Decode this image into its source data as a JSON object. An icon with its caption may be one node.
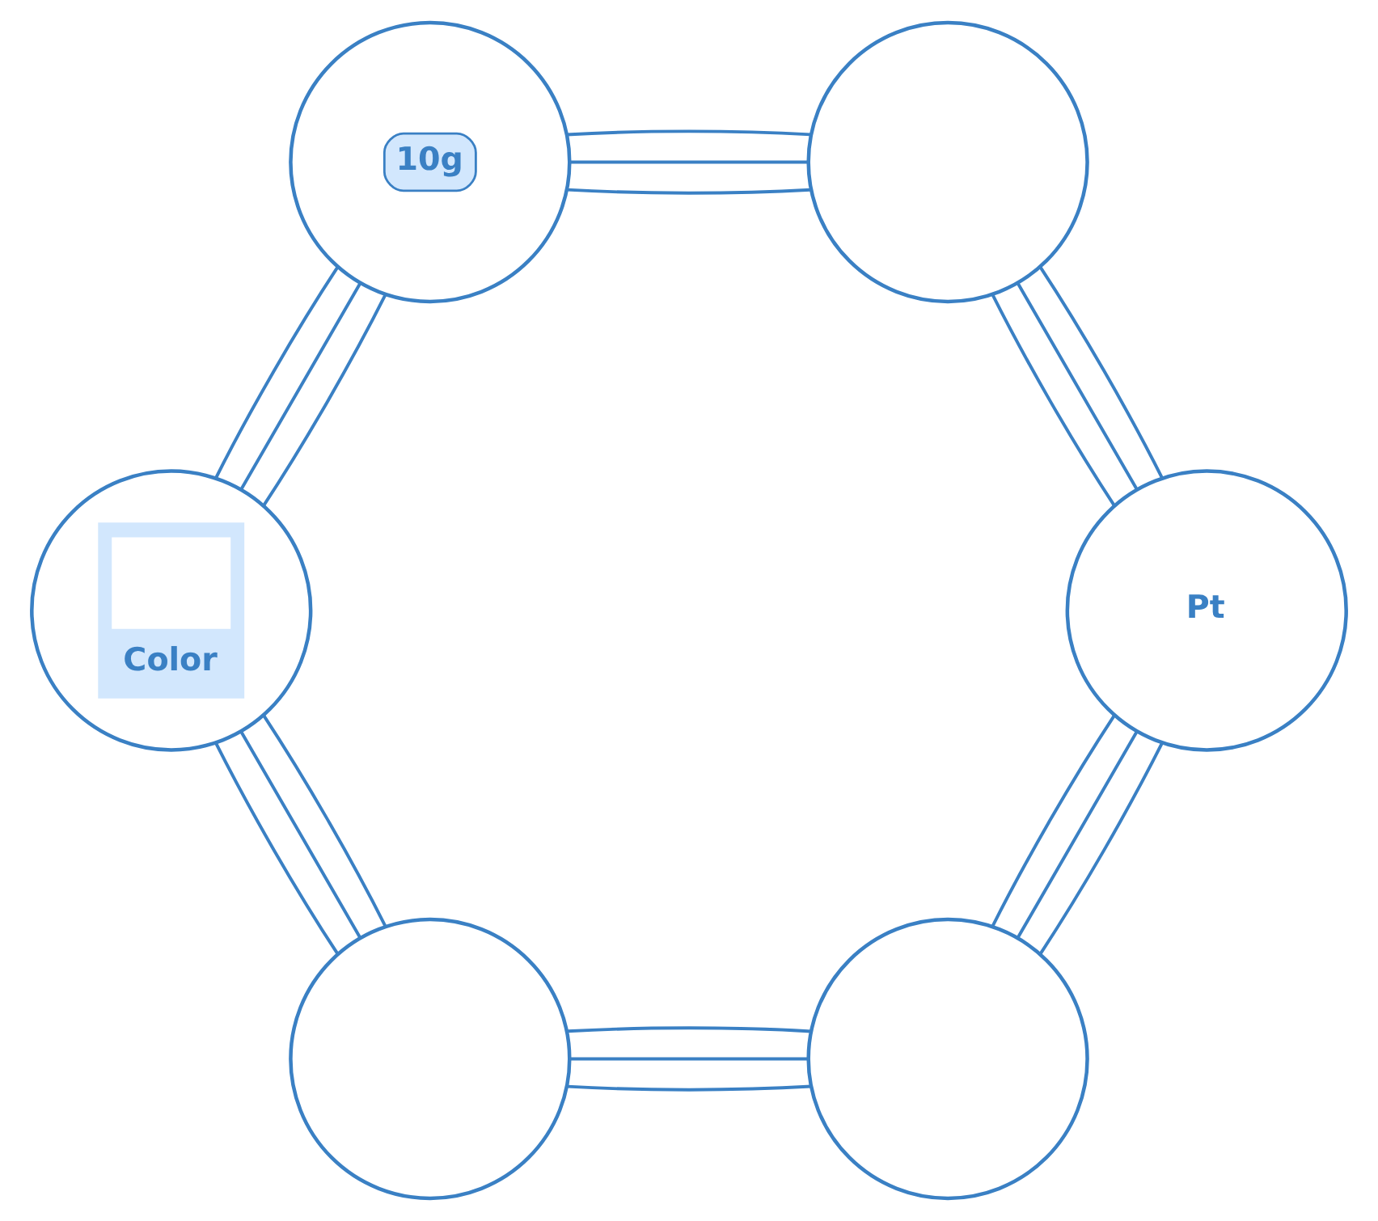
{
  "diagram": {
    "nodes": [
      {
        "text": [
          "10g"
        ]
      },
      {
        "text": [],
        "shape": "circle"
      },
      {
        "text": [
          "Color"
        ]
      },
      {
        "text": [
          "Pt"
        ]
      },
      {
        "text": [],
        "shape": "circle"
      },
      {
        "text": [],
        "shape": "circle"
      }
    ],
    "edges": [
      {
        "from": 0,
        "to": 1,
        "arrow": "none"
      },
      {
        "from": 0,
        "to": 1,
        "arrow": "none"
      },
      {
        "from": 0,
        "to": 1,
        "arrow": "none"
      },
      {
        "from": 1,
        "to": 3,
        "arrow": "none"
      },
      {
        "from": 1,
        "to": 3,
        "arrow": "none"
      },
      {
        "from": 1,
        "to": 3,
        "arrow": "none"
      },
      {
        "from": 3,
        "to": 5,
        "arrow": "none"
      },
      {
        "from": 3,
        "to": 5,
        "arrow": "none"
      },
      {
        "from": 3,
        "to": 5,
        "arrow": "none"
      },
      {
        "from": 5,
        "to": 4,
        "arrow": "none"
      },
      {
        "from": 5,
        "to": 4,
        "arrow": "none"
      },
      {
        "from": 5,
        "to": 4,
        "arrow": "none"
      },
      {
        "from": 4,
        "to": 2,
        "arrow": "none"
      },
      {
        "from": 4,
        "to": 2,
        "arrow": "none"
      },
      {
        "from": 4,
        "to": 2,
        "arrow": "none"
      },
      {
        "from": 2,
        "to": 0,
        "arrow": "none"
      },
      {
        "from": 2,
        "to": 0,
        "arrow": "none"
      },
      {
        "from": 2,
        "to": 0,
        "arrow": "none"
      }
    ]
  }
}
